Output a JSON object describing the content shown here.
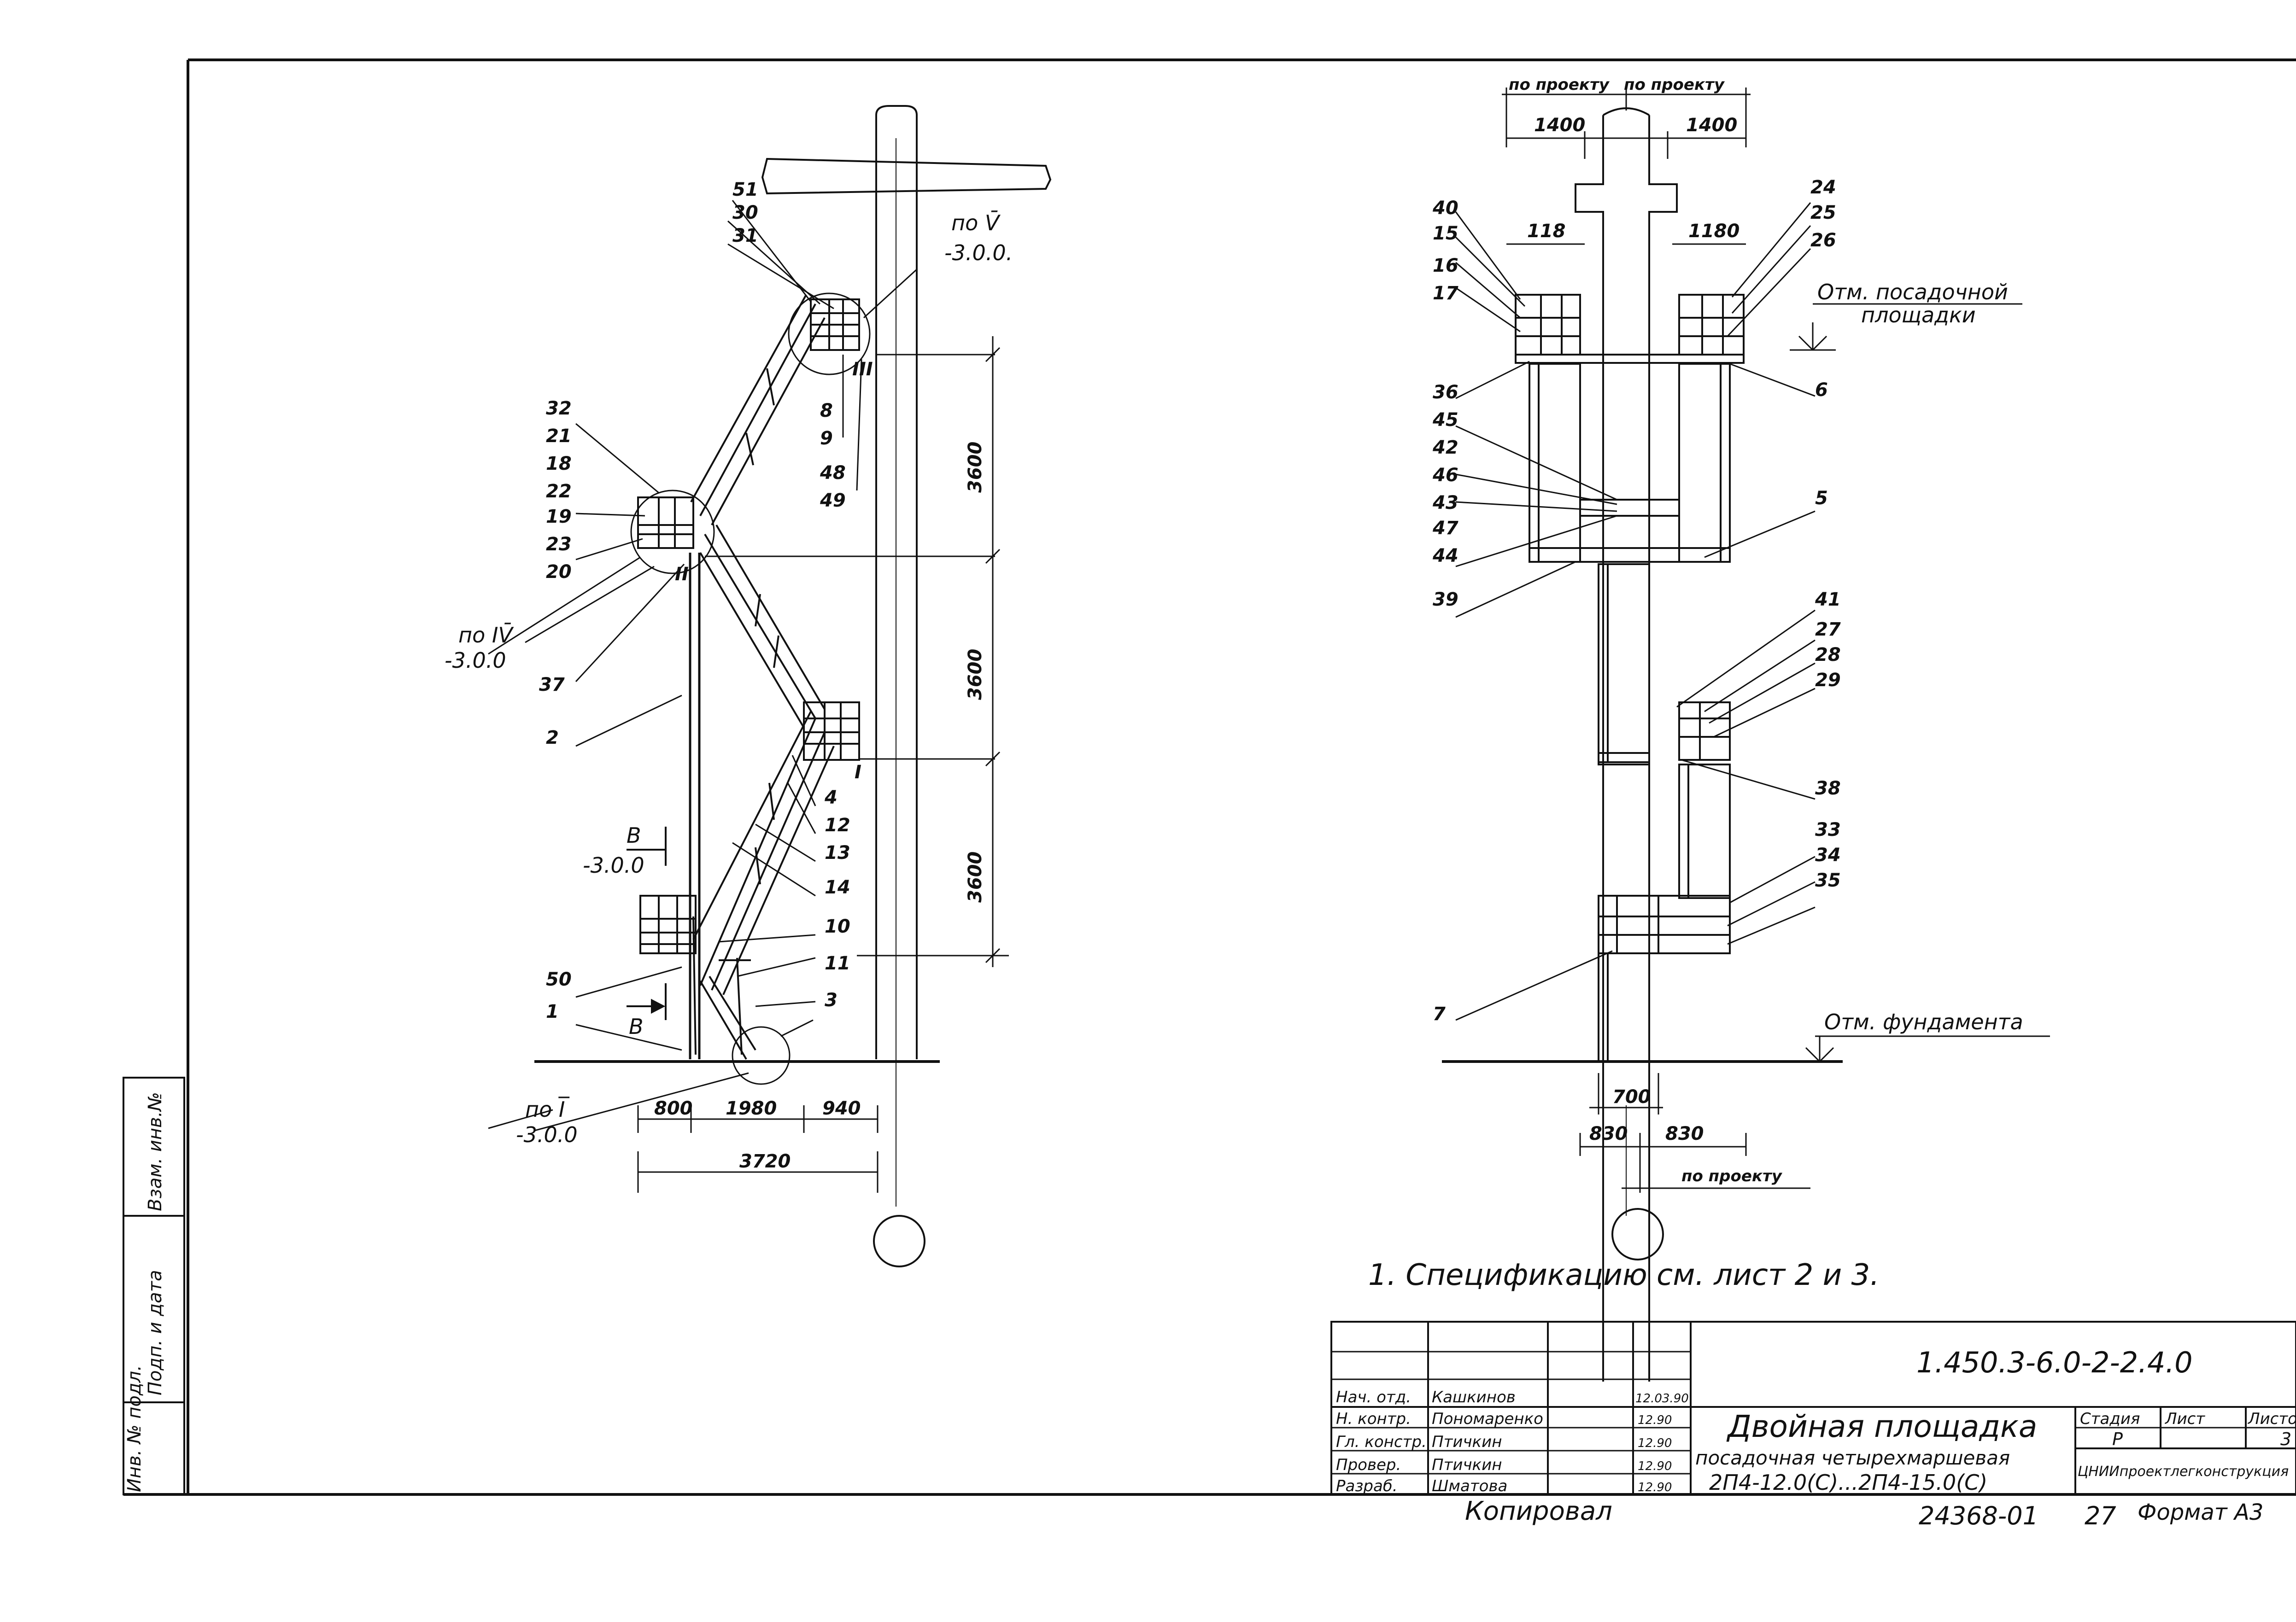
{
  "callouts": {
    "left": [
      "51",
      "30",
      "31",
      "32",
      "21",
      "18",
      "22",
      "19",
      "23",
      "20",
      "8",
      "9",
      "48",
      "49",
      "4",
      "12",
      "13",
      "14",
      "10",
      "11",
      "3",
      "37",
      "2",
      "50",
      "1"
    ],
    "right": [
      "40",
      "15",
      "16",
      "17",
      "24",
      "25",
      "26",
      "36",
      "45",
      "42",
      "46",
      "43",
      "47",
      "44",
      "39",
      "6",
      "5",
      "41",
      "27",
      "28",
      "29",
      "38",
      "33",
      "34",
      "35",
      "7"
    ]
  },
  "section_refs": {
    "ref_v": "по V̄",
    "ref_v_sheet": "-3.0.0.",
    "ref_iv": "по IV̄",
    "ref_iv_sheet": "-3.0.0",
    "ref_b": "В",
    "ref_b_sheet": "-3.0.0",
    "ref_b_low": "В",
    "ref_i": "по I̅",
    "ref_i_sheet": "-3.0.0",
    "roman_i": "I",
    "roman_ii": "II",
    "roman_iii": "III"
  },
  "dimensions": {
    "left_bottom": [
      "800",
      "1980",
      "940"
    ],
    "left_total": "3720",
    "left_vertical": [
      "3600",
      "3600",
      "3600"
    ],
    "top_proj": [
      "по проекту",
      "по проекту"
    ],
    "top_small": [
      "1400",
      "1400"
    ],
    "top_inner": [
      "118",
      "1180"
    ],
    "bottom_small": [
      "700"
    ],
    "bottom_pair": [
      "830",
      "830"
    ],
    "bottom_proj": "по проекту"
  },
  "elevations": {
    "landing": "Отм. посадочной",
    "landing_2": "площадки",
    "foundation": "Отм. фундамента"
  },
  "note": "1. Спецификацию   см.   лист 2  и 3.",
  "title_block": {
    "doc_code": "1.450.3-6.0-2-2.4.0",
    "roles": [
      "Нач. отд.",
      "Н. контр.",
      "Гл. констр.",
      "Провер.",
      "Разраб."
    ],
    "names": [
      "Кашкинов",
      "Пономаренко",
      "Птичкин",
      "Птичкин",
      "Шматова"
    ],
    "dates": [
      "12.03.90",
      "12.90",
      "12.90",
      "12.90",
      "12.90"
    ],
    "title_line1": "Двойная  площадка",
    "title_line2": "посадочная четырехмаршевая",
    "title_line3": "2П4-12.0(С)...2П4-15.0(С)",
    "stage_header": "Стадия",
    "sheet_header": "Лист",
    "sheets_header": "Листов",
    "stage": "Р",
    "sheets": "3",
    "org": "ЦНИИпроектлегконструкция",
    "copied": "Копировал",
    "inv_code": "24368-01",
    "page": "27",
    "format": "Формат А3"
  },
  "side_stamp": [
    "Взам. инв.№",
    "Подп. и дата",
    "Инв. № подл."
  ]
}
